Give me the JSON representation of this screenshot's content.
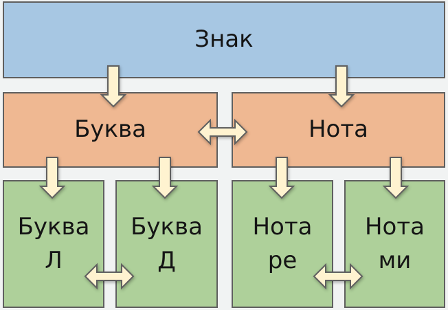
{
  "nodes": {
    "sign": "Знак",
    "letter": "Буква",
    "note": "Нота",
    "letter_l": [
      "Буква",
      "Л"
    ],
    "letter_d": [
      "Буква",
      "Д"
    ],
    "note_re": [
      "Нота",
      "ре"
    ],
    "note_mi": [
      "Нота",
      "ми"
    ]
  },
  "colors": {
    "level1": "#a7c7e3",
    "level2": "#efb892",
    "level3": "#aed09a",
    "arrow": "#fff3d0"
  }
}
